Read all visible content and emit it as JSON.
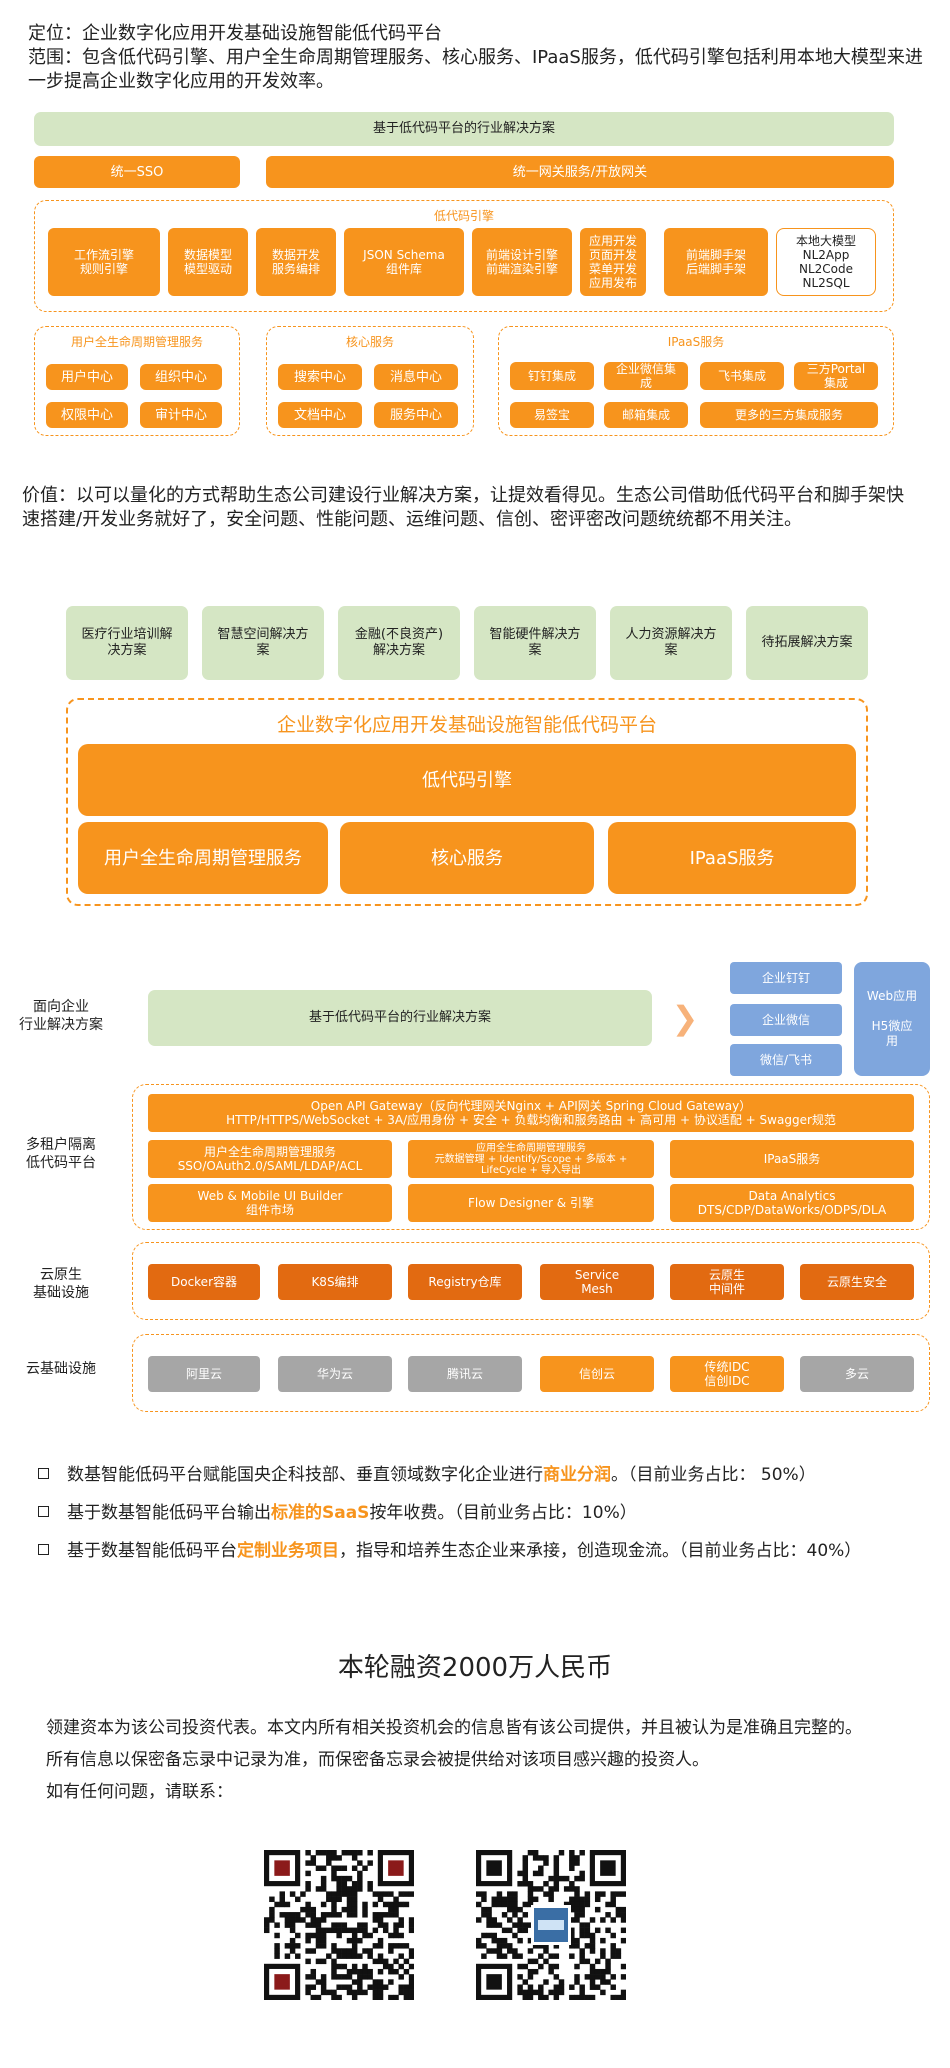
{
  "intro": {
    "line1": "定位：企业数字化应用开发基础设施智能低代码平台",
    "line2": "范围：包含低代码引擎、用户全生命周期管理服务、核心服务、IPaaS服务，低代码引擎包括利用本地大模型来进",
    "line3": "一步提高企业数字化应用的开发效率。"
  },
  "d1": {
    "top": "基于低代码平台的行业解决方案",
    "sso": "统一SSO",
    "gateway": "统一网关服务/开放网关",
    "engine_title": "低代码引擎",
    "engine": [
      "工作流引擎\n规则引擎",
      "数据模型\n模型驱动",
      "数据开发\n服务编排",
      "JSON Schema\n组件库",
      "前端设计引擎\n前端渲染引擎",
      "应用开发\n页面开发\n菜单开发\n应用发布",
      "前端脚手架\n后端脚手架"
    ],
    "llm": "本地大模型\nNL2App\nNL2Code\nNL2SQL",
    "user_title": "用户全生命周期管理服务",
    "user": [
      "用户中心",
      "组织中心",
      "权限中心",
      "审计中心"
    ],
    "core_title": "核心服务",
    "core": [
      "搜索中心",
      "消息中心",
      "文档中心",
      "服务中心"
    ],
    "ipaas_title": "IPaaS服务",
    "ipaas": [
      "钉钉集成",
      "企业微信集\n成",
      "飞书集成",
      "三方Portal\n集成",
      "易签宝",
      "邮箱集成",
      "更多的三方集成服务"
    ]
  },
  "value": {
    "line1": "价值：以可以量化的方式帮助生态公司建设行业解决方案，让提效看得见。生态公司借助低代码平台和脚手架快",
    "line2": "速搭建/开发业务就好了，安全问题、性能问题、运维问题、信创、密评密改问题统统都不用关注。"
  },
  "d2": {
    "solutions": [
      "医疗行业培训解\n决方案",
      "智慧空间解决方\n案",
      "金融(不良资产)\n解决方案",
      "智能硬件解决方\n案",
      "人力资源解决方\n案",
      "待拓展解决方案"
    ],
    "title": "企业数字化应用开发基础设施智能低代码平台",
    "engine": "低代码引擎",
    "user": "用户全生命周期管理服务",
    "core": "核心服务",
    "ipaas": "IPaaS服务"
  },
  "d3": {
    "label1": "面向企业\n行业解决方案",
    "bar": "基于低代码平台的行业解决方案",
    "arrow": "❯",
    "channels": [
      "企业钉钉",
      "企业微信",
      "微信/飞书"
    ],
    "web": "Web应用\n\nH5微应\n用",
    "label2": "多租户隔离\n低代码平台",
    "openapi": "Open API Gateway（反向代理网关Nginx + API网关 Spring Cloud Gateway）\nHTTP/HTTPS/WebSocket + 3A/应用身份 + 安全 + 负载均衡和服务路由 + 高可用 + 协议适配 + Swagger规范",
    "p_user": "用户全生命周期管理服务\nSSO/OAuth2.0/SAML/LDAP/ACL",
    "p_app": "应用全生命周期管理服务\n元数据管理 + Identify/Scope + 多版本 +\nLifeCycle + 导入导出",
    "p_ipaas": "IPaaS服务",
    "p_web": "Web & Mobile UI Builder\n组件市场",
    "p_flow": "Flow Designer & 引擎",
    "p_data": "Data Analytics\nDTS/CDP/DataWorks/ODPS/DLA",
    "label3": "云原生\n基础设施",
    "cloudnative": [
      "Docker容器",
      "K8S编排",
      "Registry仓库",
      "Service\nMesh",
      "云原生\n中间件",
      "云原生安全"
    ],
    "label4": "云基础设施",
    "cloud": [
      "阿里云",
      "华为云",
      "腾讯云",
      "信创云",
      "传统IDC\n信创IDC",
      "多云"
    ]
  },
  "biz": {
    "b1_pre": "数基智能低码平台赋能国央企科技部、垂直领域数字化企业进行",
    "b1_hl": "商业分润",
    "b1_post": "。（目前业务占比： 50%）",
    "b2_pre": "基于数基智能低码平台输出",
    "b2_hl": "标准的SaaS",
    "b2_post": "按年收费。（目前业务占比：10%）",
    "b3_pre": "基于数基智能低码平台",
    "b3_hl": "定制业务项目",
    "b3_post": "，指导和培养生态企业来承接，创造现金流。（目前业务占比：40%）"
  },
  "funding": {
    "title": "本轮融资2000万人民币",
    "p1": "领建资本为该公司投资代表。本文内所有相关投资机会的信息皆有该公司提供，并且被认为是准确且完整的。",
    "p2": "所有信息以保密备忘录中记录为准，而保密备忘录会被提供给对该项目感兴趣的投资人。",
    "p3": "如有任何问题，请联系："
  },
  "colors": {
    "orange": "#f7941d",
    "green": "#d5e6c4",
    "blue": "#7fa6dd",
    "dark_orange": "#e26a11",
    "gray": "#a6a6a6"
  }
}
